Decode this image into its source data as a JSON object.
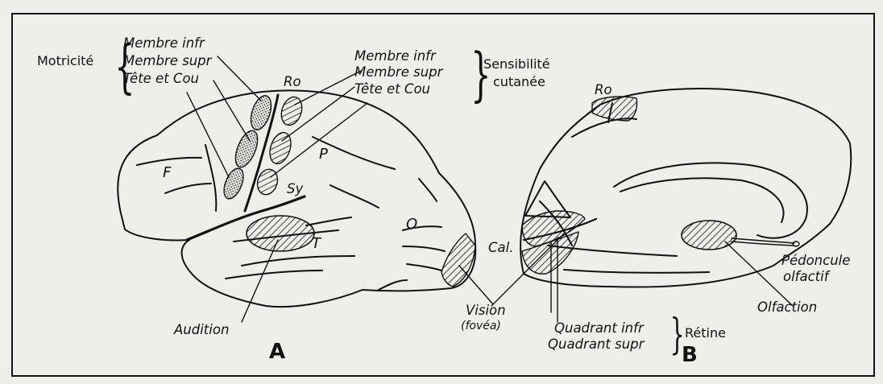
{
  "figure": {
    "panel_a": {
      "letter": "A",
      "group_left": "Motricité",
      "motor_items": [
        "Membre infr",
        "Membre supr",
        "Tête et Cou"
      ],
      "sensory_items": [
        "Membre infr",
        "Membre supr",
        "Tête et Cou"
      ],
      "group_right_1": "Sensibilité",
      "group_right_2": "cutanée",
      "labels": {
        "ro": "Ro",
        "f": "F",
        "p": "P",
        "sy": "Sy",
        "t": "T",
        "o": "O"
      },
      "audition": "Audition",
      "vision_1": "Vision",
      "vision_2": "(fovéa)"
    },
    "panel_b": {
      "letter": "B",
      "ro": "Ro",
      "cal": "Cal.",
      "quadrant_inf": "Quadrant infr",
      "quadrant_sup": "Quadrant supr",
      "retine": "Rétine",
      "pedoncule_1": "Pédoncule",
      "pedoncule_2": "olfactif",
      "olfaction": "Olfaction"
    }
  }
}
